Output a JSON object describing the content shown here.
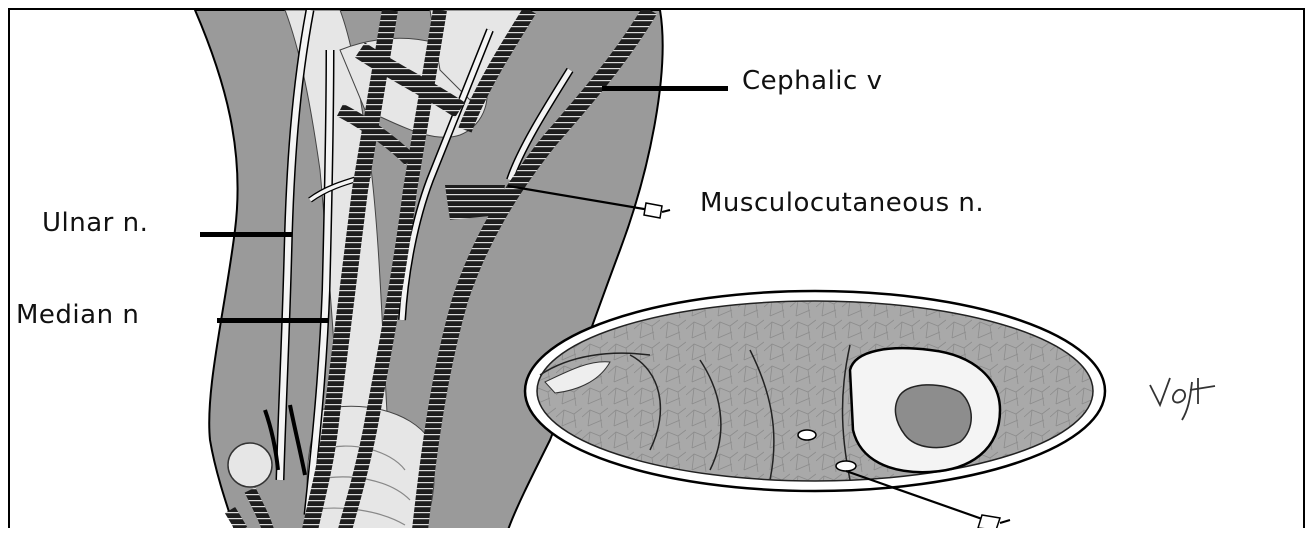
{
  "labels": {
    "cephalic": "Cephalic v",
    "musculocutaneous": "Musculocutaneous n.",
    "ulnar": "Ulnar n.",
    "median": "Median n"
  },
  "signature": "Vogt",
  "colors": {
    "limb_fill": "#9a9a9a",
    "bone_fill": "#e6e6e6",
    "artery_dark": "#1e1e1e",
    "line": "#000000"
  }
}
